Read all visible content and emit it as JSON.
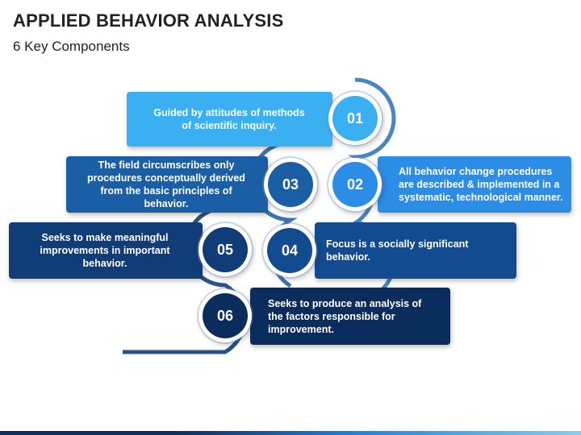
{
  "header": {
    "title": "APPLIED BEHAVIOR ANALYSIS",
    "subtitle": "6 Key Components"
  },
  "colors": {
    "c1": "#3ab0f3",
    "c2": "#2b8de6",
    "c3": "#1a5fa6",
    "c4": "#124b8f",
    "c5": "#103c78",
    "c6": "#0b2d5e",
    "path": "#0e3b73"
  },
  "components": [
    {
      "number": "01",
      "text": "Guided by attitudes of methods of scientific inquiry."
    },
    {
      "number": "02",
      "text": "All behavior change procedures are described & implemented in a systematic, technological manner."
    },
    {
      "number": "03",
      "text": "The field circumscribes only procedures conceptually derived from the basic principles of behavior."
    },
    {
      "number": "04",
      "text": "Focus is a socially significant behavior."
    },
    {
      "number": "05",
      "text": "Seeks to make meaningful improvements in important behavior."
    },
    {
      "number": "06",
      "text": "Seeks to produce an analysis of the factors responsible for improvement."
    }
  ]
}
